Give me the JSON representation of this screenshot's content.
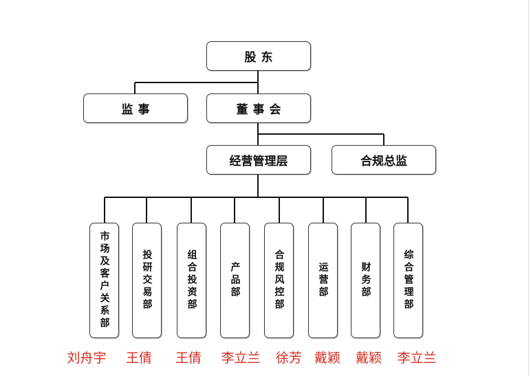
{
  "colors": {
    "line": "#111111",
    "box_border": "#333333",
    "person_text": "#d62d20"
  },
  "org": {
    "shareholders": "股东",
    "supervisor": "监事",
    "board": "董事会",
    "management": "经营管理层",
    "compliance_officer": "合规总监",
    "departments": [
      {
        "name": "市场及客户关系部",
        "person": "刘舟宇"
      },
      {
        "name": "投研交易部",
        "person": "王倩"
      },
      {
        "name": "组合投资部",
        "person": "王倩"
      },
      {
        "name": "产品部",
        "person": "李立兰"
      },
      {
        "name": "合规风控部",
        "person": "徐芳"
      },
      {
        "name": "运营部",
        "person": "戴颖"
      },
      {
        "name": "财务部",
        "person": "戴颖"
      },
      {
        "name": "综合管理部",
        "person": "李立兰"
      }
    ]
  }
}
